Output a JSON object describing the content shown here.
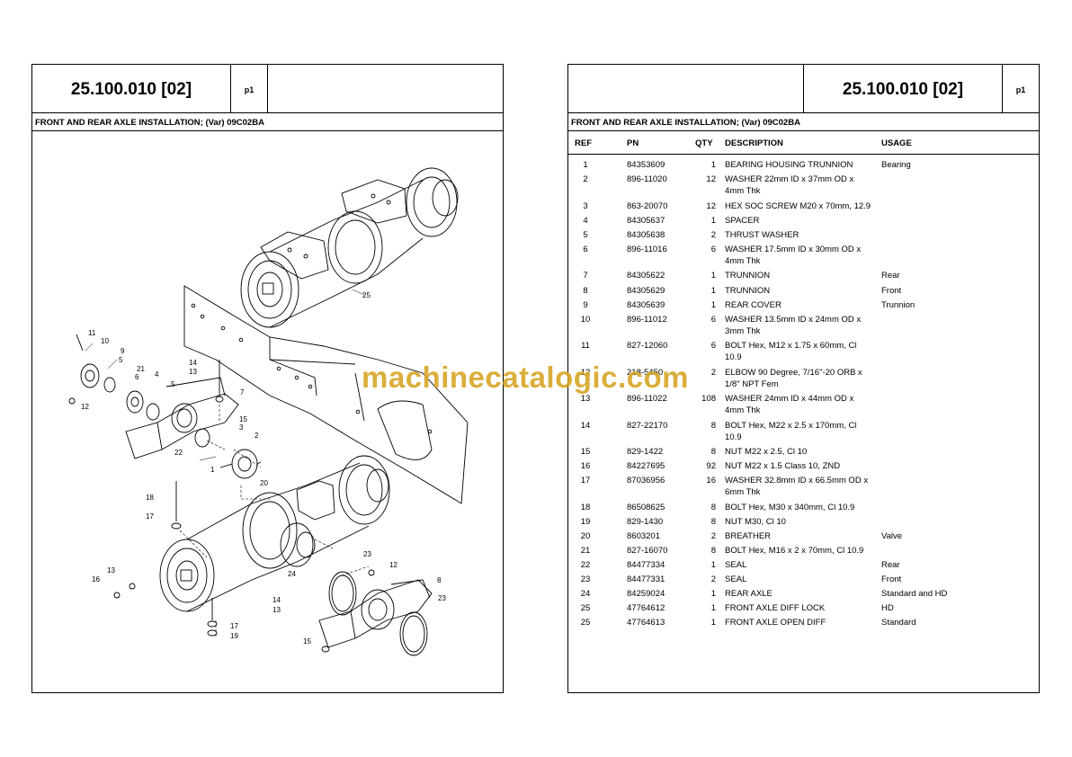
{
  "watermark": "machinecatalogic.com",
  "left_page": {
    "code": "25.100.010 [02]",
    "page": "p1",
    "section_title": "FRONT AND REAR AXLE INSTALLATION; (Var) 09C02BA",
    "callouts": [
      "25",
      "11",
      "10",
      "9",
      "5",
      "21",
      "6",
      "4",
      "5",
      "12",
      "14",
      "13",
      "7",
      "15",
      "3",
      "2",
      "22",
      "1",
      "20",
      "18",
      "17",
      "23",
      "12",
      "8",
      "13",
      "16",
      "24",
      "14",
      "13",
      "23",
      "17",
      "19",
      "15"
    ]
  },
  "right_page": {
    "code": "25.100.010 [02]",
    "page": "p1",
    "section_title": "FRONT AND REAR AXLE INSTALLATION; (Var) 09C02BA",
    "columns": {
      "ref": "REF",
      "pn": "PN",
      "qty": "QTY",
      "description": "DESCRIPTION",
      "usage": "USAGE"
    },
    "rows": [
      {
        "ref": "1",
        "pn": "84353609",
        "qty": "1",
        "desc1": "BEARING HOUSING TRUNNION",
        "desc2": "",
        "usage": "Bearing"
      },
      {
        "ref": "2",
        "pn": "896-11020",
        "qty": "12",
        "desc1": "WASHER 22mm ID x 37mm OD x",
        "desc2": "4mm Thk",
        "usage": ""
      },
      {
        "ref": "3",
        "pn": "863-20070",
        "qty": "12",
        "desc1": "HEX SOC SCREW M20 x 70mm, 12.9",
        "desc2": "",
        "usage": ""
      },
      {
        "ref": "4",
        "pn": "84305637",
        "qty": "1",
        "desc1": "SPACER",
        "desc2": "",
        "usage": ""
      },
      {
        "ref": "5",
        "pn": "84305638",
        "qty": "2",
        "desc1": "THRUST WASHER",
        "desc2": "",
        "usage": ""
      },
      {
        "ref": "6",
        "pn": "896-11016",
        "qty": "6",
        "desc1": "WASHER 17.5mm ID x 30mm OD x",
        "desc2": "4mm Thk",
        "usage": ""
      },
      {
        "ref": "7",
        "pn": "84305622",
        "qty": "1",
        "desc1": "TRUNNION",
        "desc2": "",
        "usage": "Rear"
      },
      {
        "ref": "8",
        "pn": "84305629",
        "qty": "1",
        "desc1": "TRUNNION",
        "desc2": "",
        "usage": "Front"
      },
      {
        "ref": "9",
        "pn": "84305639",
        "qty": "1",
        "desc1": "REAR COVER",
        "desc2": "",
        "usage": "Trunnion"
      },
      {
        "ref": "10",
        "pn": "896-11012",
        "qty": "6",
        "desc1": "WASHER 13.5mm ID x 24mm OD x",
        "desc2": "3mm Thk",
        "usage": ""
      },
      {
        "ref": "11",
        "pn": "827-12060",
        "qty": "6",
        "desc1": "BOLT Hex, M12 x 1.75 x 60mm, Cl",
        "desc2": "10.9",
        "usage": ""
      },
      {
        "ref": "12",
        "pn": "218-5450",
        "qty": "2",
        "desc1": "ELBOW 90 Degree, 7/16\"-20 ORB x",
        "desc2": "1/8\" NPT Fem",
        "usage": ""
      },
      {
        "ref": "13",
        "pn": "896-11022",
        "qty": "108",
        "desc1": "WASHER 24mm ID x 44mm OD x",
        "desc2": "4mm Thk",
        "usage": ""
      },
      {
        "ref": "14",
        "pn": "827-22170",
        "qty": "8",
        "desc1": "BOLT Hex, M22 x 2.5 x 170mm, Cl",
        "desc2": "10.9",
        "usage": ""
      },
      {
        "ref": "15",
        "pn": "829-1422",
        "qty": "8",
        "desc1": "NUT M22 x 2.5, Cl 10",
        "desc2": "",
        "usage": ""
      },
      {
        "ref": "16",
        "pn": "84227695",
        "qty": "92",
        "desc1": "NUT M22 x 1.5 Class 10, ZND",
        "desc2": "",
        "usage": ""
      },
      {
        "ref": "17",
        "pn": "87036956",
        "qty": "16",
        "desc1": "WASHER 32.8mm ID x 66.5mm OD x",
        "desc2": "6mm Thk",
        "usage": ""
      },
      {
        "ref": "18",
        "pn": "86508625",
        "qty": "8",
        "desc1": "BOLT Hex, M30 x 340mm, Cl 10.9",
        "desc2": "",
        "usage": ""
      },
      {
        "ref": "19",
        "pn": "829-1430",
        "qty": "8",
        "desc1": "NUT M30, Cl 10",
        "desc2": "",
        "usage": ""
      },
      {
        "ref": "20",
        "pn": "8603201",
        "qty": "2",
        "desc1": "BREATHER",
        "desc2": "",
        "usage": "Valve"
      },
      {
        "ref": "21",
        "pn": "827-16070",
        "qty": "8",
        "desc1": "BOLT Hex, M16 x 2 x 70mm, Cl 10.9",
        "desc2": "",
        "usage": ""
      },
      {
        "ref": "22",
        "pn": "84477334",
        "qty": "1",
        "desc1": "SEAL",
        "desc2": "",
        "usage": "Rear"
      },
      {
        "ref": "23",
        "pn": "84477331",
        "qty": "2",
        "desc1": "SEAL",
        "desc2": "",
        "usage": "Front"
      },
      {
        "ref": "24",
        "pn": "84259024",
        "qty": "1",
        "desc1": "REAR AXLE",
        "desc2": "",
        "usage": "Standard and HD"
      },
      {
        "ref": "25",
        "pn": "47764612",
        "qty": "1",
        "desc1": "FRONT AXLE DIFF LOCK",
        "desc2": "",
        "usage": "HD"
      },
      {
        "ref": "25",
        "pn": "47764613",
        "qty": "1",
        "desc1": "FRONT AXLE OPEN DIFF",
        "desc2": "",
        "usage": "Standard"
      }
    ]
  }
}
